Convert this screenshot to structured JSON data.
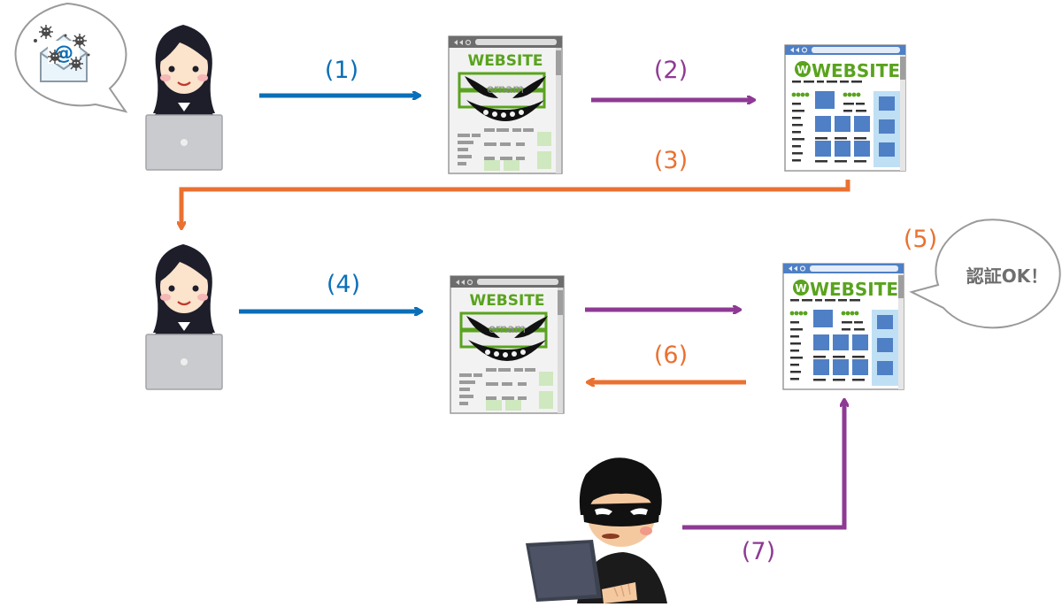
{
  "colors": {
    "blue": "#0b6fb8",
    "purple": "#8e3a94",
    "orange": "#ea7131",
    "site_green": "#59a31e",
    "panel_blue": "#4f7fc5"
  },
  "steps": {
    "s1": "(1)",
    "s2": "(2)",
    "s3": "(3)",
    "s4": "(4)",
    "s5": "(5)",
    "s6": "(6)",
    "s7": "(7)"
  },
  "phishing_site": {
    "title": "WEBSITE",
    "masked_field": "ernam"
  },
  "real_site": {
    "logo": "W",
    "title": "WEBSITE"
  },
  "bubbles": {
    "auth_ok": "認証OK！",
    "email_at": "@"
  },
  "icons": [
    "mail-icon",
    "virus-icon",
    "user-icon",
    "laptop-icon",
    "browser-icon",
    "hacker-icon"
  ]
}
